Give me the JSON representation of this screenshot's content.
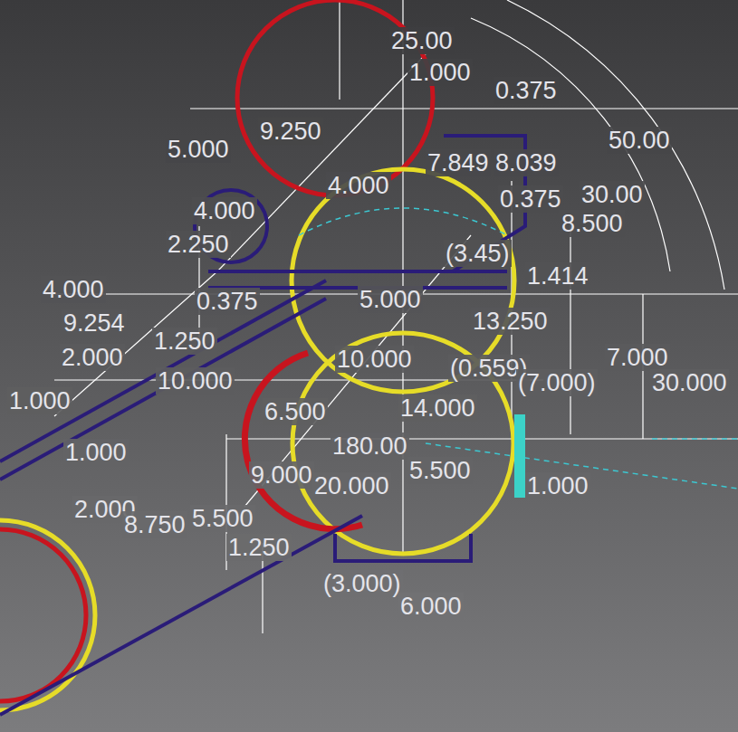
{
  "diagram": {
    "labels": [
      "25.00",
      "1.000",
      "0.375",
      "9.250",
      "5.000",
      "50.00",
      "7.849",
      "8.039",
      "4.000",
      "0.375",
      "30.00",
      "4.000",
      "8.500",
      "2.250",
      "(3.45)",
      "1.414",
      "4.000",
      "0.375",
      "5.000",
      "9.254",
      "13.250",
      "1.250",
      "2.000",
      "10.000",
      "(0.559)",
      "7.000",
      "10.000",
      "(7.000)",
      "30.000",
      "1.000",
      "6.500",
      "14.000",
      "180.00",
      "1.000",
      "5.500",
      "9.000",
      "20.000",
      "1.000",
      "2.000",
      "8.750",
      "5.500",
      "1.250",
      "(3.000)",
      "6.000"
    ]
  }
}
